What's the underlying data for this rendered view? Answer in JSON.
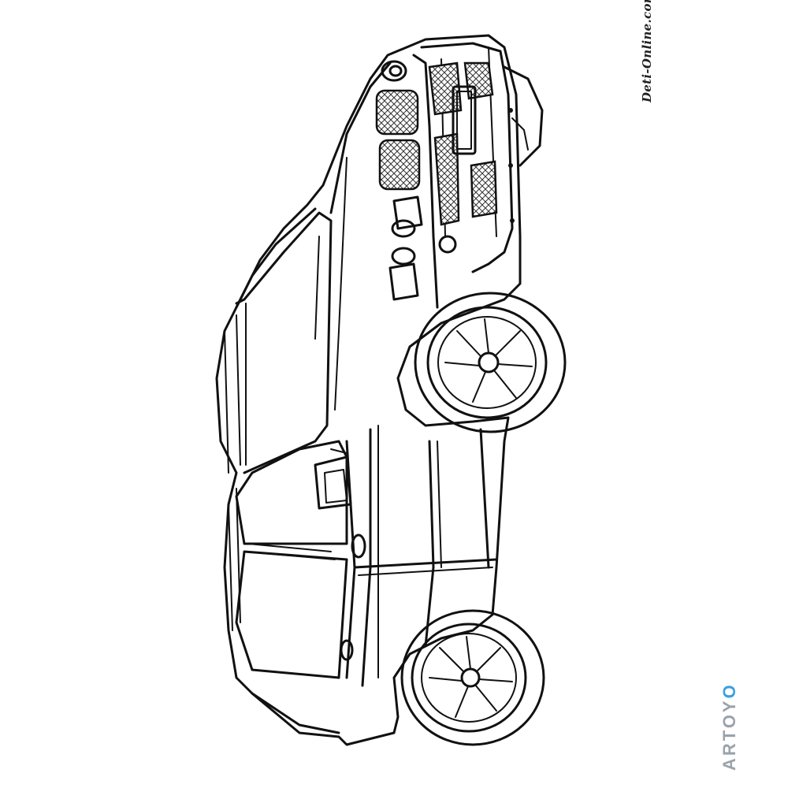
{
  "image": {
    "subject": "Coloring page line drawing of an SUV car, rotated 90 degrees",
    "palette": {
      "line": "#111111",
      "background": "#ffffff",
      "brand_gray": "#9aa3ab",
      "brand_blue": "#3aa0e0"
    }
  },
  "watermarks": {
    "site": "Deti-Online.com",
    "brand_prefix": "ARTOY",
    "brand_suffix": "O"
  }
}
